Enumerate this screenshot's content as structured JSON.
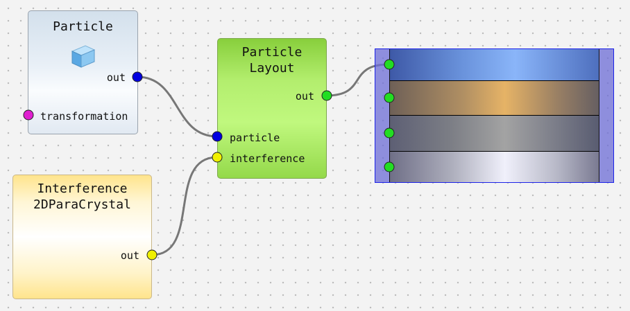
{
  "nodes": {
    "particle": {
      "title": "Particle",
      "icon": "cube-icon",
      "ports": {
        "out": "out",
        "transformation": "transformation"
      },
      "colors": {
        "out_port": "#0000e0",
        "transformation_port": "#e020d0"
      }
    },
    "interference": {
      "title_line1": "Interference",
      "title_line2": "2DParaCrystal",
      "ports": {
        "out": "out"
      },
      "colors": {
        "out_port": "#f0f000"
      }
    },
    "layout": {
      "title_line1": "Particle",
      "title_line2": "Layout",
      "ports": {
        "out": "out",
        "particle": "particle",
        "interference": "interference"
      },
      "colors": {
        "out_port": "#22dd22",
        "particle_port": "#0000e0",
        "interference_port": "#f0f000"
      }
    },
    "multilayer": {
      "layer_count": 4,
      "layer_colors": [
        "#8ab5f9",
        "#e6b366",
        "#a3a3a3",
        "#f0f0fb"
      ],
      "port_color": "#22dd22",
      "frame_color": "#1c22e8"
    }
  },
  "connections": [
    {
      "from": "particle.out",
      "to": "layout.particle"
    },
    {
      "from": "interference.out",
      "to": "layout.interference"
    },
    {
      "from": "layout.out",
      "to": "multilayer.layer_1"
    }
  ],
  "wire_color": "#777777"
}
